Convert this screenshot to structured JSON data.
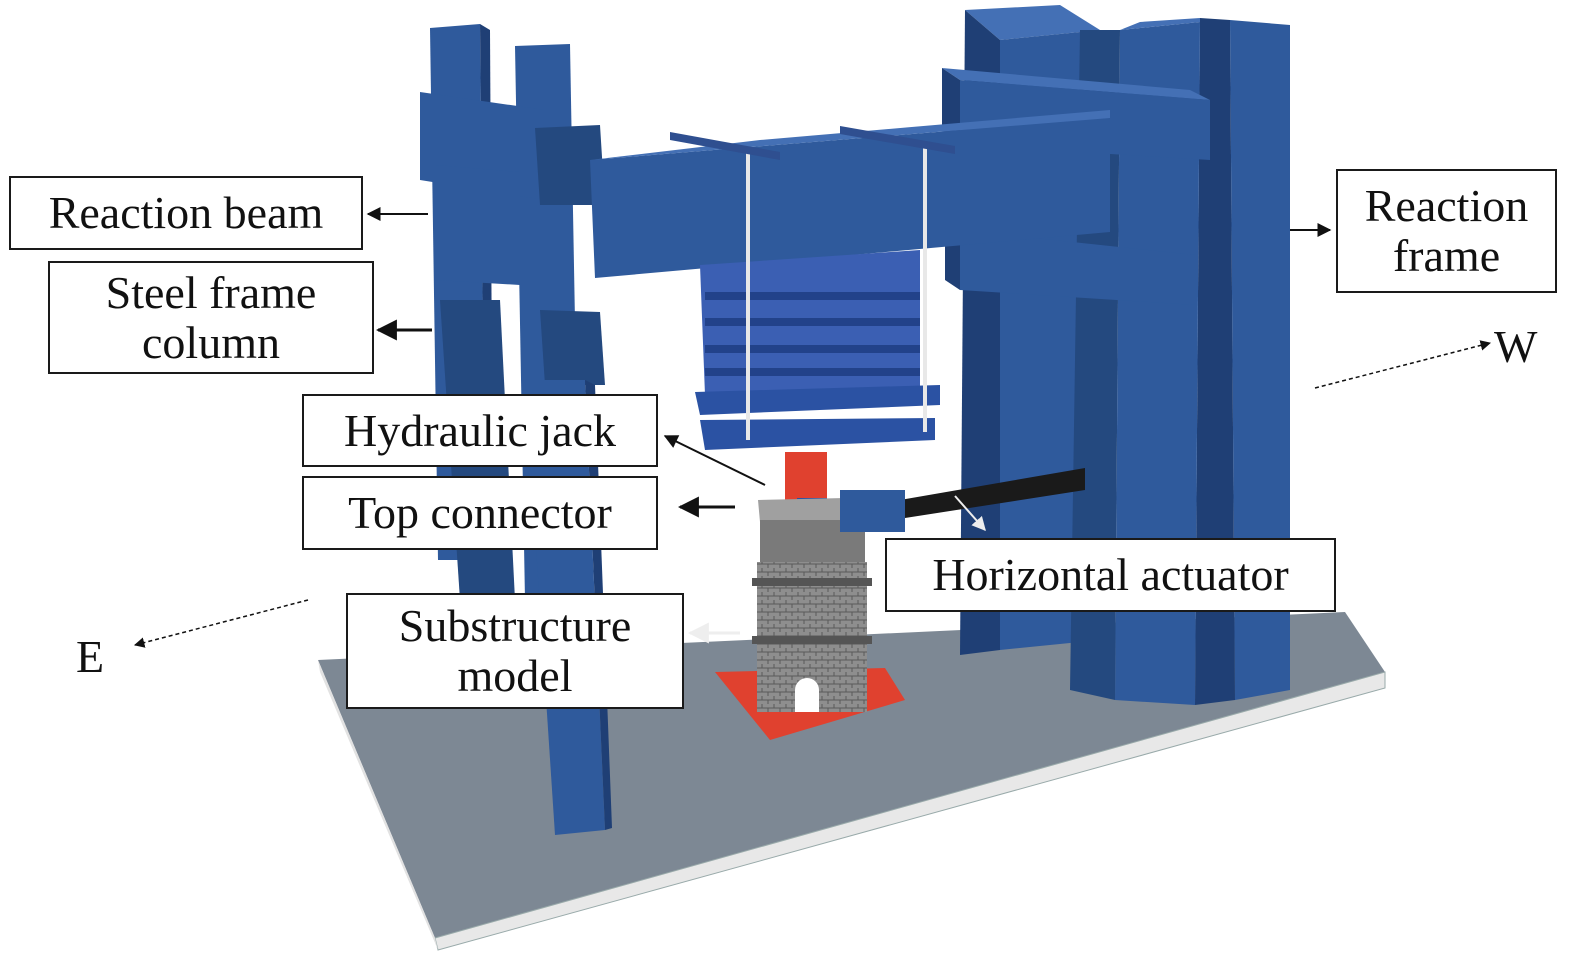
{
  "labels": {
    "reaction_beam": "Reaction beam",
    "steel_frame_column": [
      "Steel frame",
      "column"
    ],
    "hydraulic_jack": "Hydraulic jack",
    "top_connector": "Top connector",
    "substructure_model": [
      "Substructure",
      "model"
    ],
    "horizontal_actuator": "Horizontal actuator",
    "reaction_frame": [
      "Reaction",
      "frame"
    ]
  },
  "directions": {
    "east": "E",
    "west": "W"
  },
  "colors": {
    "frame_blue": "#2f5a9c",
    "frame_blue_dark": "#1f3f75",
    "frame_blue_light": "#4470b5",
    "base_plate": "#7d8894",
    "connector_red": "#e0412f",
    "specimen_gray": "#8a8a8a"
  }
}
